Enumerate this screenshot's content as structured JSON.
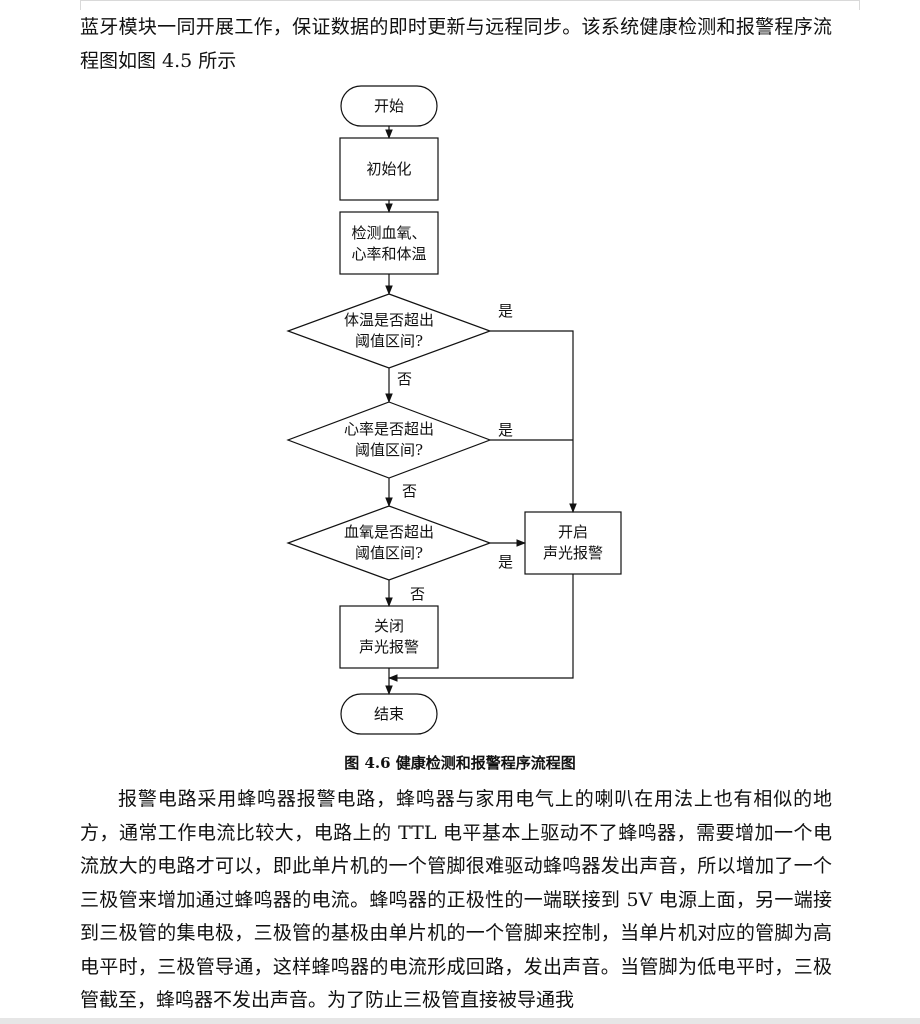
{
  "text": {
    "para1": "蓝牙模块一同开展工作，保证数据的即时更新与远程同步。该系统健康检测和报警程序流程图如图 4.5 所示",
    "caption": "图 4.6 健康检测和报警程序流程图",
    "para2": "报警电路采用蜂鸣器报警电路，蜂鸣器与家用电气上的喇叭在用法上也有相似的地方，通常工作电流比较大，电路上的 TTL 电平基本上驱动不了蜂鸣器，需要增加一个电流放大的电路才可以，即此单片机的一个管脚很难驱动蜂鸣器发出声音，所以增加了一个三极管来增加通过蜂鸣器的电流。蜂鸣器的正极性的一端联接到 5V 电源上面，另一端接到三极管的集电极，三极管的基极由单片机的一个管脚来控制，当单片机对应的管脚为高电平时，三极管导通，这样蜂鸣器的电流形成回路，发出声音。当管脚为低电平时，三极管截至，蜂鸣器不发出声音。为了防止三极管直接被导通我"
  },
  "flowchart": {
    "start": "开始",
    "init": "初始化",
    "detect_1": "检测血氧、",
    "detect_2": "心率和体温",
    "temp_q1": "体温是否超出",
    "temp_q2": "阈值区间?",
    "heart_q1": "心率是否超出",
    "heart_q2": "阈值区间?",
    "oxy_q1": "血氧是否超出",
    "oxy_q2": "阈值区间?",
    "alarm_on_1": "开启",
    "alarm_on_2": "声光报警",
    "alarm_off_1": "关闭",
    "alarm_off_2": "声光报警",
    "end": "结束",
    "yes": "是",
    "no": "否"
  }
}
